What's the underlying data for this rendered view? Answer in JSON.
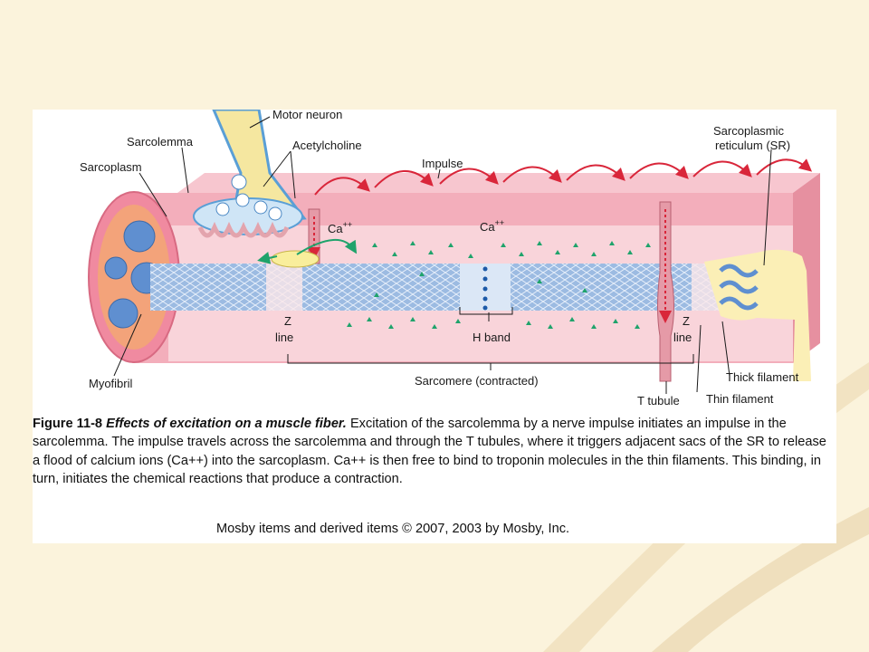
{
  "colors": {
    "slide_background": "#fbf3dc",
    "fiber_pink": "#f3aebb",
    "myofibril_blue": "#8fb2de",
    "sr_yellow": "#fbefb6",
    "impulse_red": "#d9263a",
    "calcium_green": "#1fa36b"
  },
  "labels": {
    "motor_neuron": "Motor neuron",
    "sarcolemma": "Sarcolemma",
    "acetylcholine": "Acetylcholine",
    "sarcoplasm": "Sarcoplasm",
    "impulse": "Impulse",
    "sarcoplasmic_reticulum_line1": "Sarcoplasmic",
    "sarcoplasmic_reticulum_line2": "reticulum (SR)",
    "ca_left": "Ca",
    "ca_center": "Ca",
    "ca_superscript": "++",
    "z_line_left_1": "Z",
    "z_line_left_2": "line",
    "z_line_right_1": "Z",
    "z_line_right_2": "line",
    "h_band": "H band",
    "myofibril": "Myofibril",
    "sarcomere": "Sarcomere (contracted)",
    "t_tubule": "T tubule",
    "thick_filament": "Thick filament",
    "thin_filament": "Thin filament"
  },
  "caption": {
    "figure_number": "Figure 11-8",
    "figure_title": "Effects of excitation on a muscle fiber.",
    "body": "Excitation of the sarcolemma by a nerve impulse initiates an impulse in the sarcolemma. The impulse travels across the sarcolemma and through the T tubules, where it triggers adjacent sacs of the SR to release a flood of calcium ions (Ca++) into the sarcoplasm. Ca++ is then free to bind to troponin molecules in the thin filaments. This binding, in turn, initiates the chemical reactions that produce a contraction."
  },
  "credit": "Mosby items and derived items © 2007, 2003 by Mosby, Inc."
}
